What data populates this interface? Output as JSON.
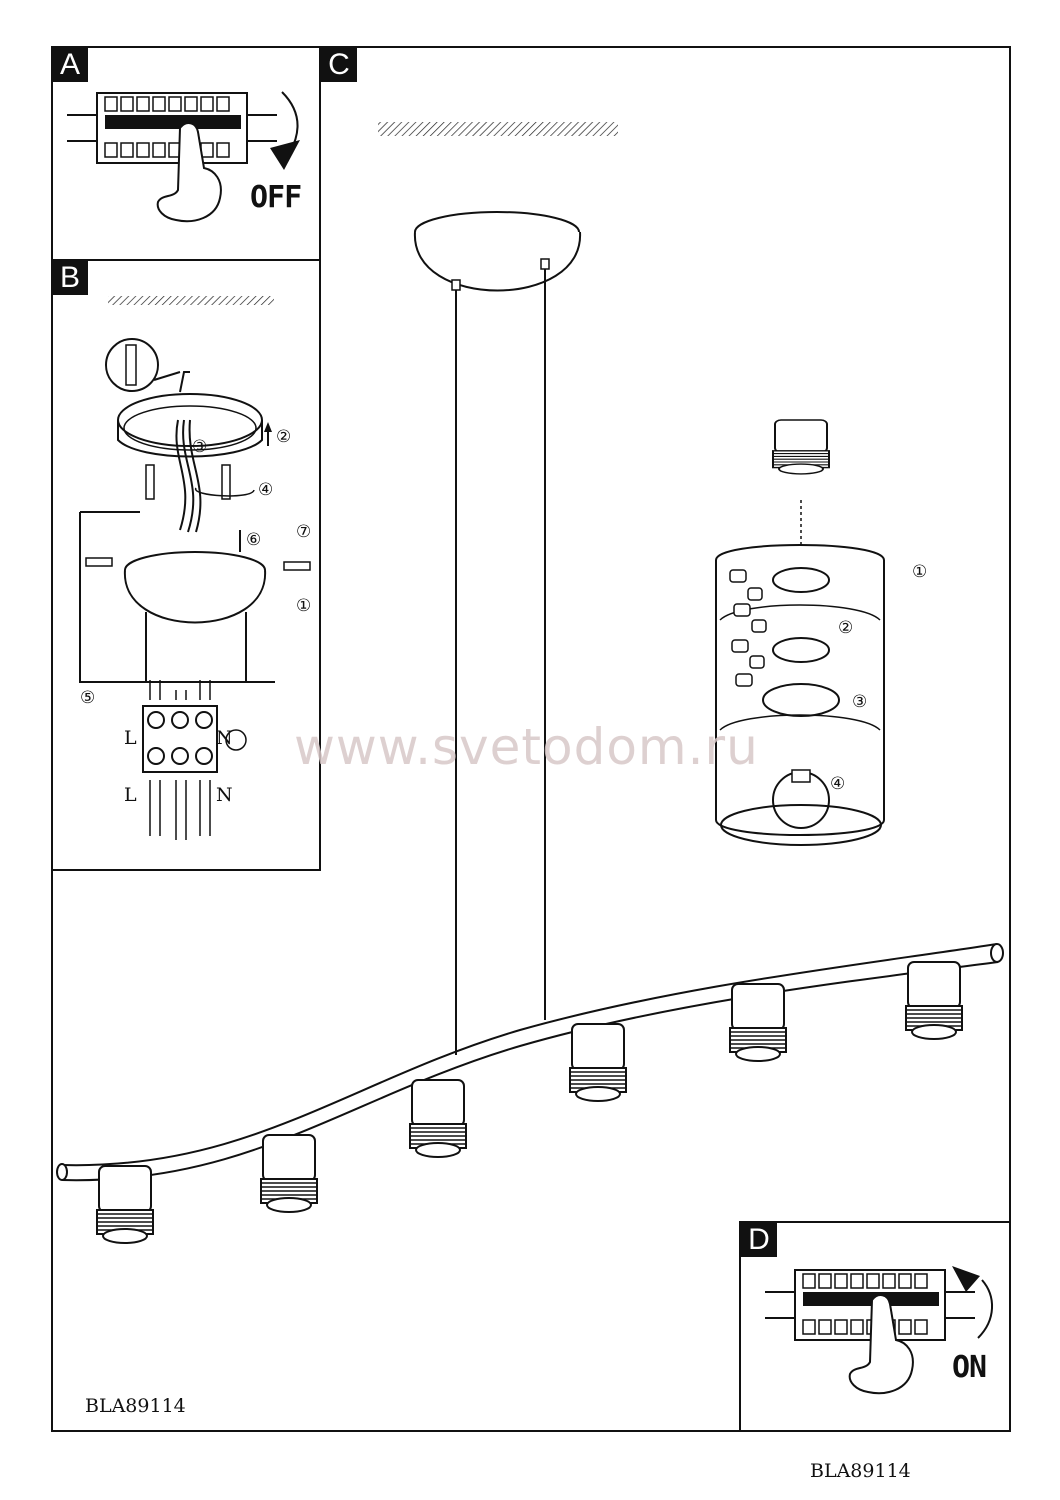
{
  "panels": {
    "a": {
      "label": "A",
      "action": "OFF"
    },
    "b": {
      "label": "B"
    },
    "c": {
      "label": "C"
    },
    "d": {
      "label": "D",
      "action": "ON"
    }
  },
  "steps_b": [
    "②",
    "③",
    "④",
    "⑥",
    "⑦",
    "①",
    "⑤"
  ],
  "steps_c": [
    "①",
    "②",
    "③",
    "④"
  ],
  "wiring": {
    "live_top": "L",
    "neutral_top": "N",
    "live_bottom": "L",
    "neutral_bottom": "N"
  },
  "watermark": "www.svetodom.ru",
  "model_code_inner": "BLA89114",
  "model_code_footer": "BLA89114"
}
